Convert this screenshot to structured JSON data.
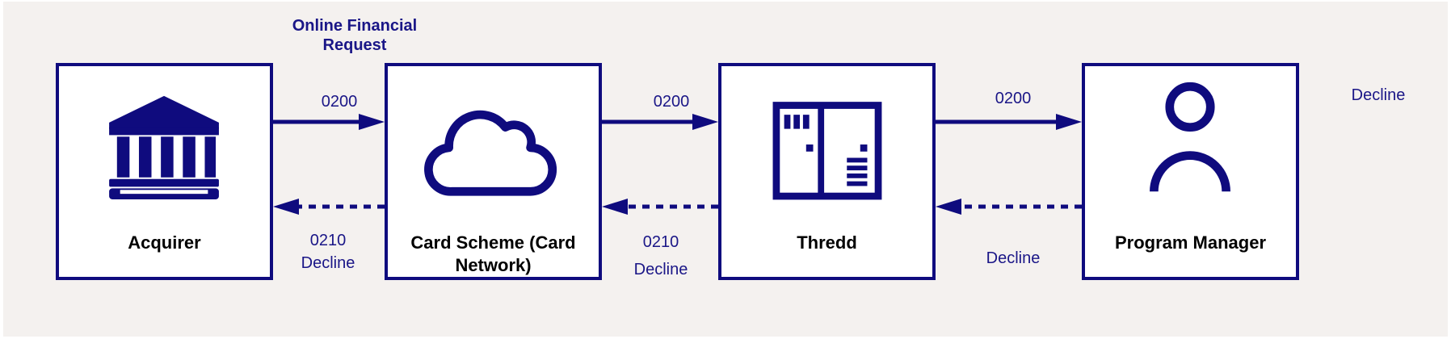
{
  "title": "Online Financial Request",
  "colors": {
    "primary": "#0f0b7e",
    "label": "#1a1687",
    "background": "#f4f1ef"
  },
  "nodes": [
    {
      "label": "Acquirer",
      "icon": "bank-icon"
    },
    {
      "label": "Card Scheme (Card Network)",
      "icon": "cloud-icon"
    },
    {
      "label": "Thredd",
      "icon": "server-rack-icon"
    },
    {
      "label": "Program Manager",
      "icon": "user-icon"
    }
  ],
  "flows": {
    "request_1": "0200",
    "request_2": "0200",
    "request_3": "0200",
    "response_1_code": "0210",
    "response_1_text": "Decline",
    "response_2_code": "0210",
    "response_2_text": "Decline",
    "response_3_text": "Decline",
    "outside_text": "Decline"
  }
}
